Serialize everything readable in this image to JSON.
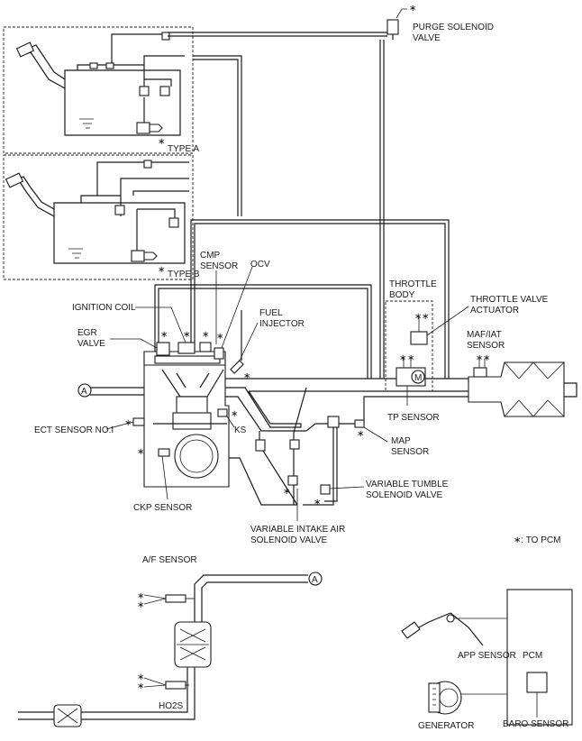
{
  "labels": {
    "purge_solenoid_valve": [
      "PURGE SOLENOID",
      "VALVE"
    ],
    "type_a": "TYPE A",
    "type_b": "TYPE B",
    "cmp_sensor": [
      "CMP",
      "SENSOR"
    ],
    "ocv": "OCV",
    "fuel_injector": [
      "FUEL",
      "INJECTOR"
    ],
    "ignition_coil": "IGNITION COIL",
    "egr_valve": [
      "EGR",
      "VALVE"
    ],
    "throttle_body": [
      "THROTTLE",
      "BODY"
    ],
    "throttle_valve_actuator": [
      "THROTTLE VALVE",
      "ACTUATOR"
    ],
    "maf_iat_sensor": [
      "MAF/IAT",
      "SENSOR"
    ],
    "tp_sensor": "TP SENSOR",
    "ect_sensor": "ECT SENSOR NO.I",
    "ks": "KS",
    "map_sensor": [
      "MAP",
      "SENSOR"
    ],
    "variable_tumble": [
      "VARIABLE TUMBLE",
      "SOLENOID VALVE"
    ],
    "ckp_sensor": "CKP SENSOR",
    "variable_intake_air": [
      "VARIABLE INTAKE AIR",
      "SOLENOID VALVE"
    ],
    "to_pcm_note": "∗: TO PCM",
    "af_sensor": "A/F SENSOR",
    "ho2s": "HO2S",
    "app_sensor": "APP SENSOR",
    "pcm": "PCM",
    "generator": "GENERATOR",
    "baro_sensor": "BARO SENSOR",
    "connector_a": "A",
    "asterisk": "∗",
    "actuator_m": "M"
  }
}
